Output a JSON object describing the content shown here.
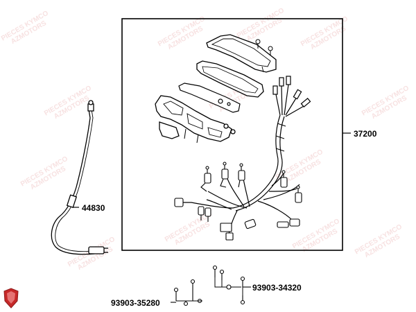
{
  "parts": {
    "assembly": "37200",
    "speedo_cable": "44830",
    "bulb_a": "93903-34320",
    "bulb_b": "93903-35280"
  },
  "watermark": {
    "line1": "PIECES KYMCO",
    "line2": "AZMOTORS"
  },
  "colors": {
    "line": "#000000",
    "watermark": "#cd4646",
    "logo": "#c62828"
  }
}
